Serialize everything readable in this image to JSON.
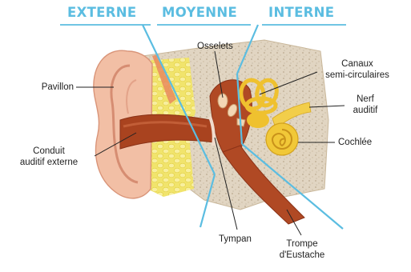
{
  "sections": {
    "externe": "EXTERNE",
    "moyenne": "MOYENNE",
    "interne": "INTERNE"
  },
  "labels": {
    "pavillon": "Pavillon",
    "conduit_line1": "Conduit",
    "conduit_line2": "auditif externe",
    "osselets": "Osselets",
    "canaux_line1": "Canaux",
    "canaux_line2": "semi-circulaires",
    "nerf_line1": "Nerf",
    "nerf_line2": "auditif",
    "cochlee": "Cochlée",
    "tympan": "Tympan",
    "trompe_line1": "Trompe",
    "trompe_line2": "d'Eustache"
  },
  "colors": {
    "divider": "#5bbde1",
    "skin": "#f3c3ac",
    "bone": "#e0d3c0",
    "fat": "#f4ea7d",
    "canal": "#a8411f",
    "inner": "#f0c531"
  }
}
